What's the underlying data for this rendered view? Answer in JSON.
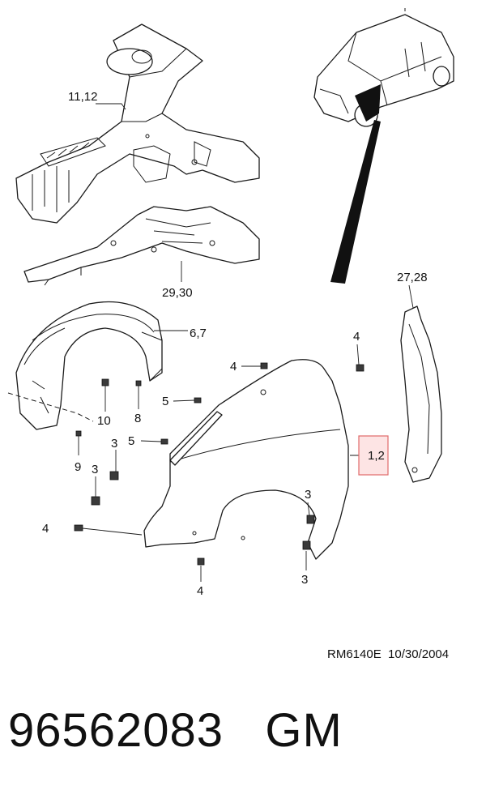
{
  "diagram": {
    "callouts": {
      "reinforcement": "11,12",
      "floor_panel": "29,30",
      "splash_shield": "6,7",
      "seal": "27,28",
      "fender": "1,2",
      "screw_left": "4",
      "screw_top": "4",
      "screw_right": "4",
      "screw_bottom": "4",
      "clip_upper": "5",
      "clip_lower": "5",
      "nut_a": "3",
      "nut_b": "3",
      "nut_c": "3",
      "nut_d": "3",
      "screw_9": "9",
      "screw_10": "10",
      "screw_8": "8"
    },
    "reference": "RM6140E  10/30/2004",
    "highlight_color": "#e06a6a"
  },
  "part_number": "96562083   GM"
}
